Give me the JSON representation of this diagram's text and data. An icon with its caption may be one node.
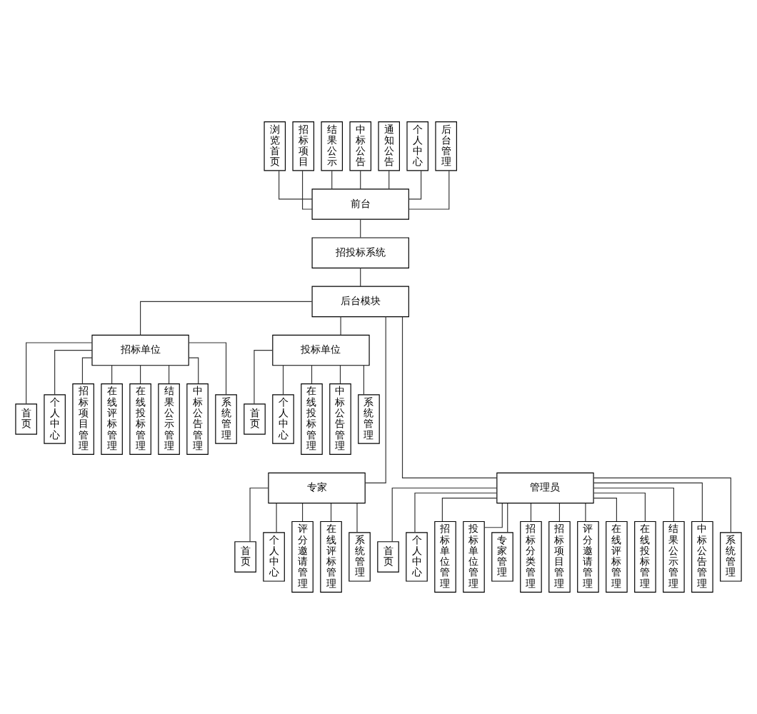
{
  "diagram": {
    "nodes": [
      {
        "text": [
          "浏览首页"
        ]
      },
      {
        "text": [
          "招标项目"
        ]
      },
      {
        "text": [
          "结果公示"
        ]
      },
      {
        "text": [
          "中标公告"
        ]
      },
      {
        "text": [
          "通知公告"
        ]
      },
      {
        "text": [
          "个人中心"
        ]
      },
      {
        "text": [
          "后台管理"
        ]
      },
      {
        "text": [
          "前台"
        ]
      },
      {
        "text": [
          "招投标系统"
        ]
      },
      {
        "text": [
          "后台模块"
        ]
      },
      {
        "text": [
          "招标单位"
        ]
      },
      {
        "text": [
          "投标单位"
        ]
      },
      {
        "text": [
          "专家"
        ]
      },
      {
        "text": [
          "管理员"
        ]
      },
      {
        "text": [
          "首页"
        ]
      },
      {
        "text": [
          "个人中心"
        ]
      },
      {
        "text": [
          "招标项目管理"
        ]
      },
      {
        "text": [
          "在线评标管理"
        ]
      },
      {
        "text": [
          "在线投标管理"
        ]
      },
      {
        "text": [
          "结果公示管理"
        ]
      },
      {
        "text": [
          "中标公告管理"
        ]
      },
      {
        "text": [
          "系统管理"
        ]
      },
      {
        "text": [
          "首页"
        ]
      },
      {
        "text": [
          "个人中心"
        ]
      },
      {
        "text": [
          "在线投标管理"
        ]
      },
      {
        "text": [
          "中标公告管理"
        ]
      },
      {
        "text": [
          "系统管理"
        ]
      },
      {
        "text": [
          "首页"
        ]
      },
      {
        "text": [
          "个人中心"
        ]
      },
      {
        "text": [
          "评分邀请管理"
        ]
      },
      {
        "text": [
          "在线评标管理"
        ]
      },
      {
        "text": [
          "系统管理"
        ]
      },
      {
        "text": [
          "首页"
        ]
      },
      {
        "text": [
          "个人中心"
        ]
      },
      {
        "text": [
          "招标单位管理"
        ]
      },
      {
        "text": [
          "投标单位管理"
        ]
      },
      {
        "text": [
          "专家管理"
        ]
      },
      {
        "text": [
          "招标分类管理"
        ]
      },
      {
        "text": [
          "招标项目管理"
        ]
      },
      {
        "text": [
          "评分邀请管理"
        ]
      },
      {
        "text": [
          "在线评标管理"
        ]
      },
      {
        "text": [
          "在线投标管理"
        ]
      },
      {
        "text": [
          "结果公示管理"
        ]
      },
      {
        "text": [
          "中标公告管理"
        ]
      },
      {
        "text": [
          "系统管理"
        ]
      }
    ],
    "edges": [
      {
        "from": 0,
        "to": 7,
        "arrow": "none"
      },
      {
        "from": 1,
        "to": 7,
        "arrow": "none"
      },
      {
        "from": 2,
        "to": 7,
        "arrow": "none"
      },
      {
        "from": 3,
        "to": 7,
        "arrow": "none"
      },
      {
        "from": 4,
        "to": 7,
        "arrow": "none"
      },
      {
        "from": 5,
        "to": 7,
        "arrow": "none"
      },
      {
        "from": 6,
        "to": 7,
        "arrow": "none"
      },
      {
        "from": 7,
        "to": 8,
        "arrow": "none"
      },
      {
        "from": 8,
        "to": 9,
        "arrow": "none"
      },
      {
        "from": 9,
        "to": 10,
        "arrow": "none"
      },
      {
        "from": 9,
        "to": 11,
        "arrow": "none"
      },
      {
        "from": 9,
        "to": 12,
        "arrow": "none"
      },
      {
        "from": 9,
        "to": 13,
        "arrow": "none"
      },
      {
        "from": 10,
        "to": 14,
        "arrow": "none"
      },
      {
        "from": 10,
        "to": 15,
        "arrow": "none"
      },
      {
        "from": 10,
        "to": 16,
        "arrow": "none"
      },
      {
        "from": 10,
        "to": 17,
        "arrow": "none"
      },
      {
        "from": 10,
        "to": 18,
        "arrow": "none"
      },
      {
        "from": 10,
        "to": 19,
        "arrow": "none"
      },
      {
        "from": 10,
        "to": 20,
        "arrow": "none"
      },
      {
        "from": 10,
        "to": 21,
        "arrow": "none"
      },
      {
        "from": 11,
        "to": 22,
        "arrow": "none"
      },
      {
        "from": 11,
        "to": 23,
        "arrow": "none"
      },
      {
        "from": 11,
        "to": 24,
        "arrow": "none"
      },
      {
        "from": 11,
        "to": 25,
        "arrow": "none"
      },
      {
        "from": 11,
        "to": 26,
        "arrow": "none"
      },
      {
        "from": 12,
        "to": 27,
        "arrow": "none"
      },
      {
        "from": 12,
        "to": 28,
        "arrow": "none"
      },
      {
        "from": 12,
        "to": 29,
        "arrow": "none"
      },
      {
        "from": 12,
        "to": 30,
        "arrow": "none"
      },
      {
        "from": 12,
        "to": 31,
        "arrow": "none"
      },
      {
        "from": 13,
        "to": 32,
        "arrow": "none"
      },
      {
        "from": 13,
        "to": 33,
        "arrow": "none"
      },
      {
        "from": 13,
        "to": 34,
        "arrow": "none"
      },
      {
        "from": 13,
        "to": 35,
        "arrow": "none"
      },
      {
        "from": 13,
        "to": 36,
        "arrow": "none"
      },
      {
        "from": 13,
        "to": 37,
        "arrow": "none"
      },
      {
        "from": 13,
        "to": 38,
        "arrow": "none"
      },
      {
        "from": 13,
        "to": 39,
        "arrow": "none"
      },
      {
        "from": 13,
        "to": 40,
        "arrow": "none"
      },
      {
        "from": 13,
        "to": 41,
        "arrow": "none"
      },
      {
        "from": 13,
        "to": 42,
        "arrow": "none"
      },
      {
        "from": 13,
        "to": 43,
        "arrow": "none"
      },
      {
        "from": 13,
        "to": 44,
        "arrow": "none"
      }
    ]
  }
}
